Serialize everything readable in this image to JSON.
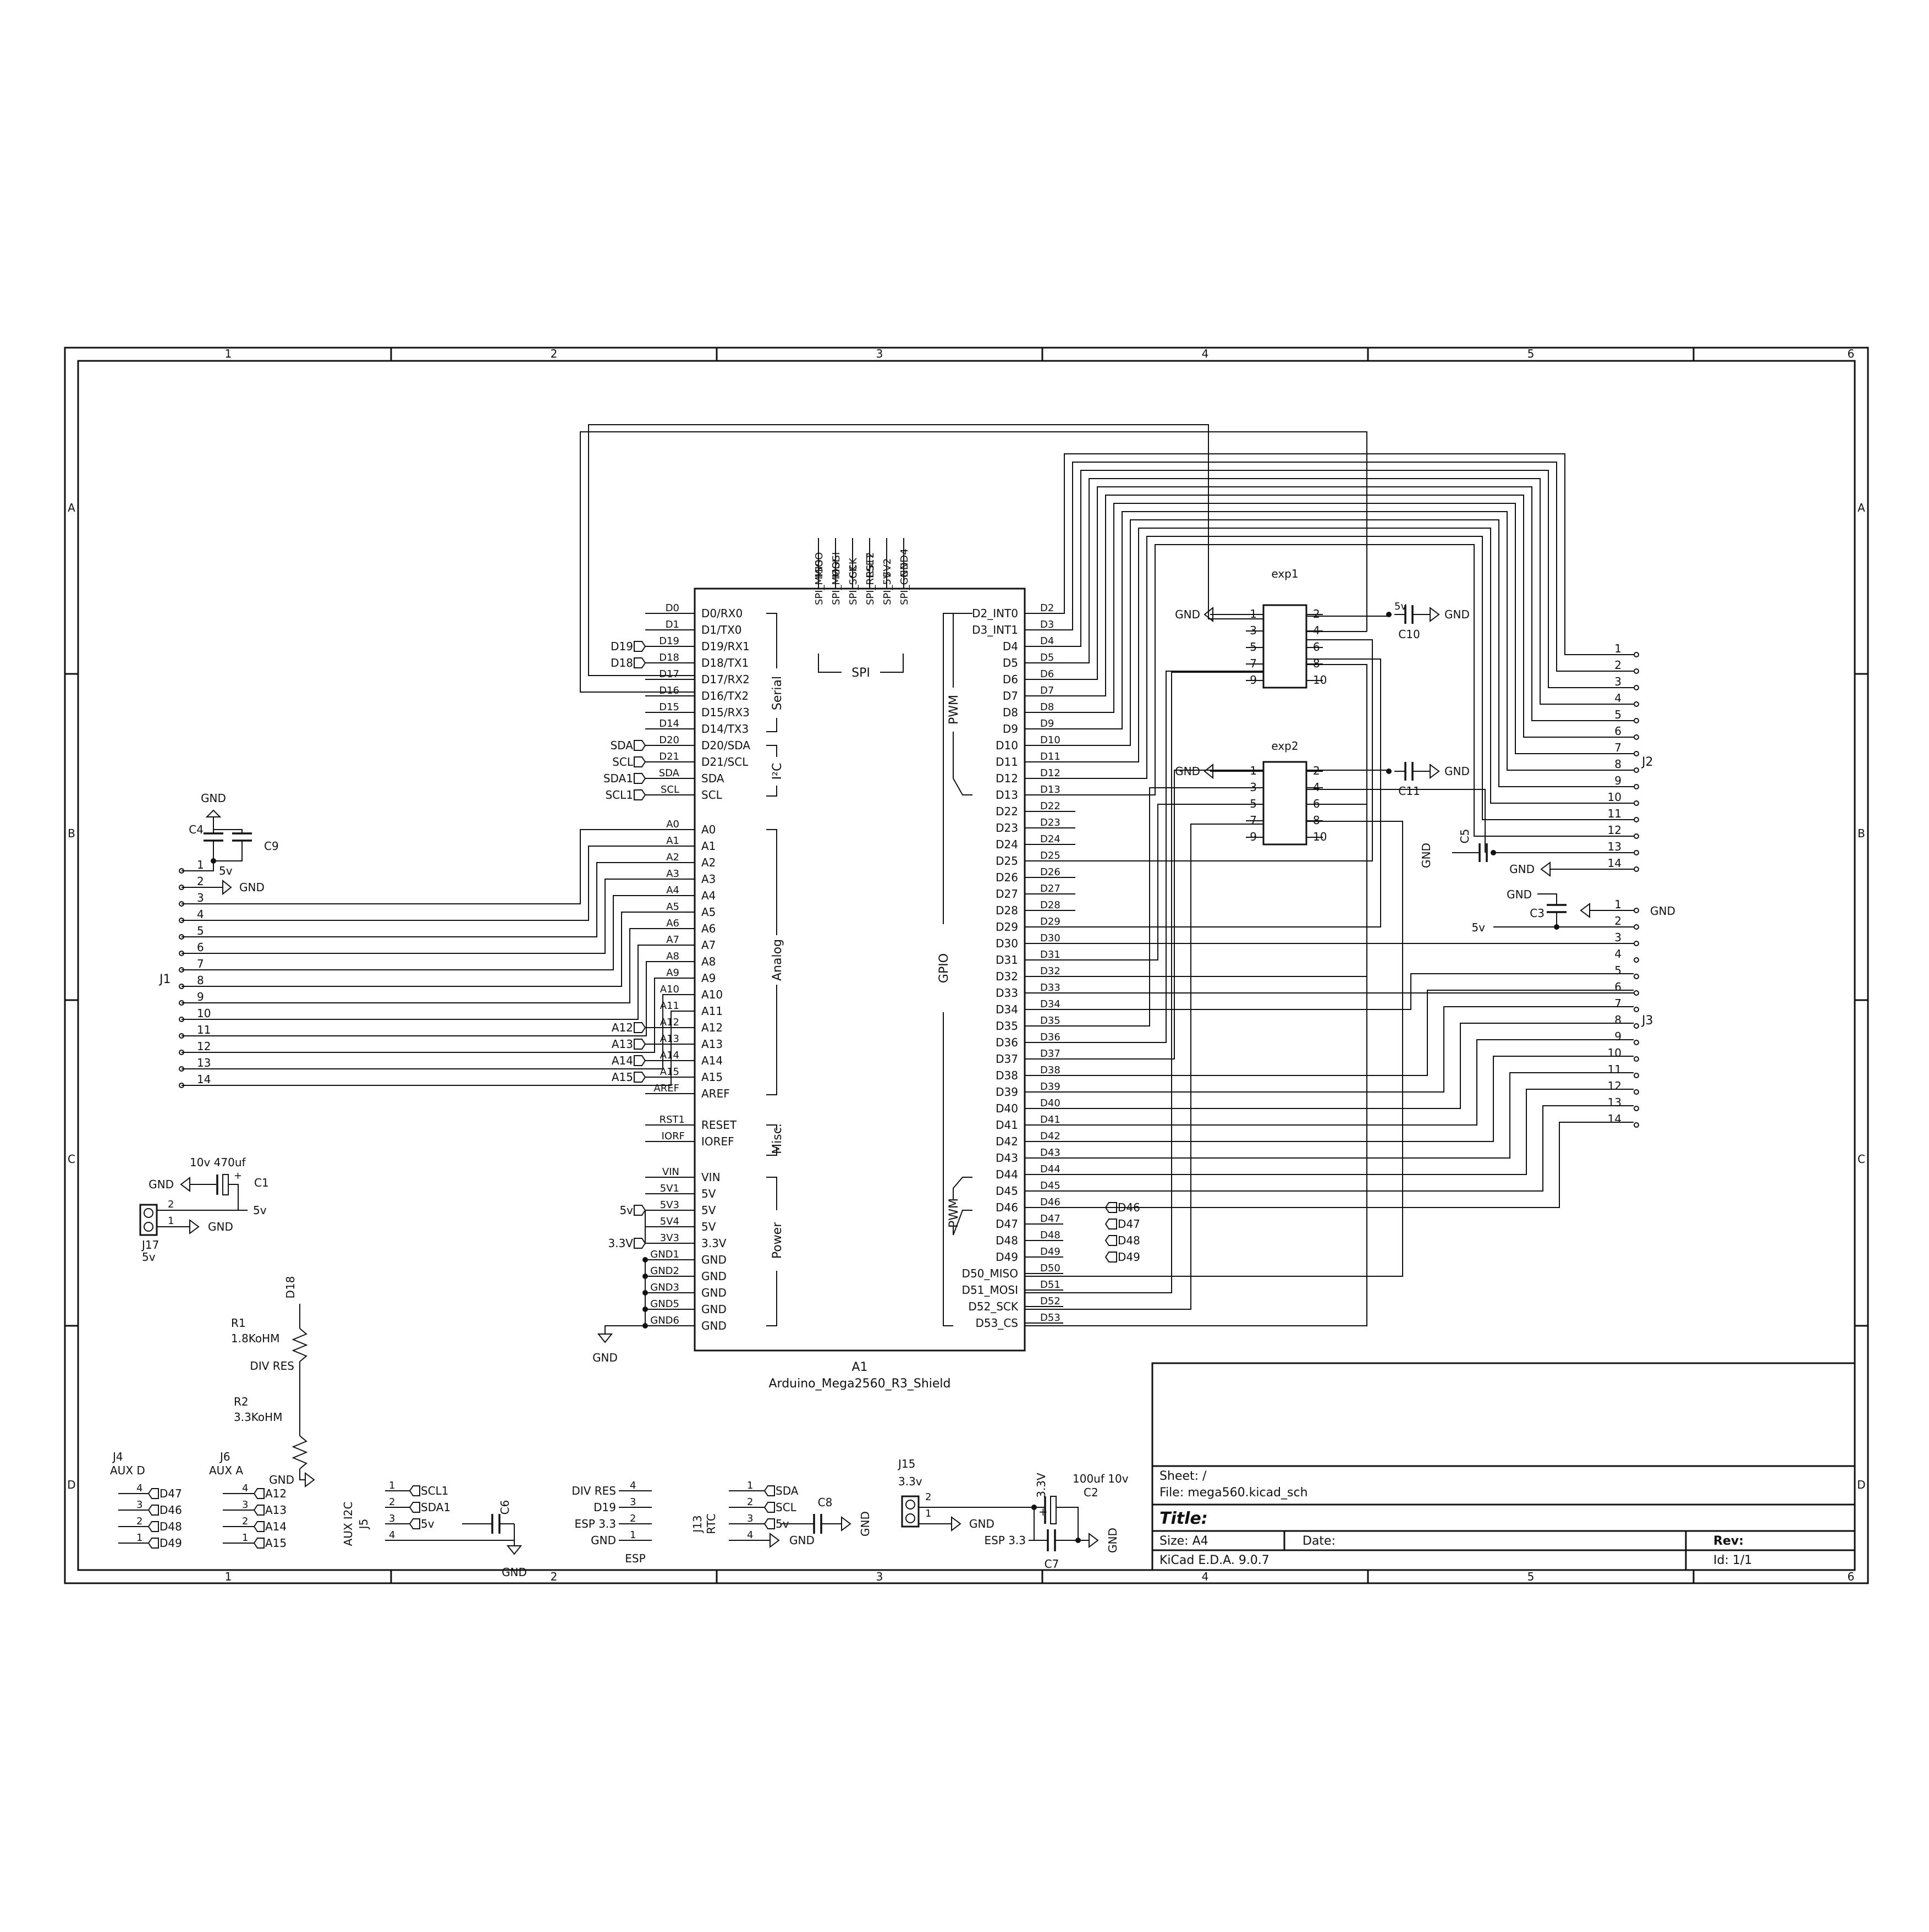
{
  "frame": {
    "columns_top": [
      "1",
      "2",
      "3",
      "4",
      "5",
      "6"
    ],
    "columns_bottom": [
      "1",
      "2",
      "3",
      "4",
      "5",
      "6"
    ],
    "rows_left": [
      "A",
      "B",
      "C",
      "D"
    ],
    "rows_right": [
      "A",
      "B",
      "C",
      "D"
    ]
  },
  "arduino": {
    "ref": "A1",
    "value": "Arduino_Mega2560_R3_Shield",
    "group_serial": "Serial",
    "group_i2c": "I²C",
    "group_analog": "Analog",
    "group_misc": "Misc.",
    "group_power": "Power",
    "group_spi": "SPI",
    "group_pwm": "PWM",
    "group_gpio": "GPIO",
    "group_pwm2": "PWM",
    "left_top": [
      "D0/RX0",
      "D1/TX0",
      "D19/RX1",
      "D18/TX1",
      "D17/RX2",
      "D16/TX2",
      "D15/RX3",
      "D14/TX3",
      "D20/SDA",
      "D21/SCL",
      "SDA",
      "SCL"
    ],
    "left_top_nets": [
      "D0",
      "D1",
      "D19",
      "D18",
      "D17",
      "D16",
      "D15",
      "D14",
      "D20",
      "D21",
      "SDA",
      "SCL"
    ],
    "left_analog": [
      "A0",
      "A1",
      "A2",
      "A3",
      "A4",
      "A5",
      "A6",
      "A7",
      "A8",
      "A9",
      "A10",
      "A11",
      "A12",
      "A13",
      "A14",
      "A15",
      "AREF"
    ],
    "left_analog_nets": [
      "A0",
      "A1",
      "A2",
      "A3",
      "A4",
      "A5",
      "A6",
      "A7",
      "A8",
      "A9",
      "A10",
      "A11",
      "A12",
      "A13",
      "A14",
      "A15",
      "AREF"
    ],
    "left_misc": [
      "RESET",
      "IOREF"
    ],
    "left_misc_nets": [
      "RST1",
      "IORF"
    ],
    "left_power": [
      "VIN",
      "5V",
      "5V",
      "5V",
      "3.3V",
      "GND",
      "GND",
      "GND",
      "GND",
      "GND"
    ],
    "left_power_nets": [
      "VIN",
      "5V1",
      "5V3",
      "5V4",
      "3V3",
      "GND1",
      "GND2",
      "GND3",
      "GND5",
      "GND6"
    ],
    "right_pins": [
      "D2_INT0",
      "D3_INT1",
      "D4",
      "D5",
      "D6",
      "D7",
      "D8",
      "D9",
      "D10",
      "D11",
      "D12",
      "D13",
      "D22",
      "D23",
      "D24",
      "D25",
      "D26",
      "D27",
      "D28",
      "D29",
      "D30",
      "D31",
      "D32",
      "D33",
      "D34",
      "D35",
      "D36",
      "D37",
      "D38",
      "D39",
      "D40",
      "D41",
      "D42",
      "D43",
      "D44",
      "D45",
      "D46",
      "D47",
      "D48",
      "D49",
      "D50_MISO",
      "D51_MOSI",
      "D52_SCK",
      "D53_CS"
    ],
    "right_nets": [
      "D2",
      "D3",
      "D4",
      "D5",
      "D6",
      "D7",
      "D8",
      "D9",
      "D10",
      "D11",
      "D12",
      "D13",
      "D22",
      "D23",
      "D24",
      "D25",
      "D26",
      "D27",
      "D28",
      "D29",
      "D30",
      "D31",
      "D32",
      "D33",
      "D34",
      "D35",
      "D36",
      "D37",
      "D38",
      "D39",
      "D40",
      "D41",
      "D42",
      "D43",
      "D44",
      "D45",
      "D46",
      "D47",
      "D48",
      "D49",
      "D50",
      "D51",
      "D52",
      "D53"
    ],
    "spi_pins": [
      "SPI_MISO",
      "SPI_MOSI",
      "SPI_SCK",
      "SPI_RESET",
      "SPI_5V",
      "SPI_GND"
    ],
    "spi_nets": [
      "MISO",
      "MOSI",
      "SCK",
      "RST2",
      "5V2",
      "GND4"
    ]
  },
  "left_labels": {
    "d19": "D19",
    "d18": "D18",
    "sda": "SDA",
    "scl": "SCL",
    "sda1": "SDA1",
    "scl1": "SCL1",
    "a12": "A12",
    "a13": "A13",
    "a14": "A14",
    "a15": "A15",
    "v5": "5v",
    "v33": "3.3V",
    "gnd": "GND"
  },
  "right_labels": {
    "d46": "D46",
    "d47": "D47",
    "d48": "D48",
    "d49": "D49"
  },
  "exp1": {
    "ref": "exp1",
    "left_pins": [
      "1",
      "3",
      "5",
      "7",
      "9"
    ],
    "right_pins": [
      "2",
      "4",
      "6",
      "8",
      "10"
    ],
    "gnd": "GND",
    "v5": "5v",
    "cap": "C10",
    "cap_gnd": "GND"
  },
  "exp2": {
    "ref": "exp2",
    "left_pins": [
      "1",
      "3",
      "5",
      "7",
      "9"
    ],
    "right_pins": [
      "2",
      "4",
      "6",
      "8",
      "10"
    ],
    "gnd": "GND",
    "cap": "C11",
    "cap_gnd": "GND"
  },
  "j1": {
    "ref": "J1",
    "pins": [
      "1",
      "2",
      "3",
      "4",
      "5",
      "6",
      "7",
      "8",
      "9",
      "10",
      "11",
      "12",
      "13",
      "14"
    ],
    "v5": "5v",
    "gnd": "GND",
    "top_gnd": "GND",
    "c4": "C4",
    "c9": "C9"
  },
  "j2": {
    "ref": "J2",
    "pins": [
      "1",
      "2",
      "3",
      "4",
      "5",
      "6",
      "7",
      "8",
      "9",
      "10",
      "11",
      "12",
      "13",
      "14"
    ],
    "c5": "C5",
    "c5_gnd": "GND",
    "gnd14": "GND"
  },
  "j3": {
    "ref": "J3",
    "pins": [
      "1",
      "2",
      "3",
      "4",
      "5",
      "6",
      "7",
      "8",
      "9",
      "10",
      "11",
      "12",
      "13",
      "14"
    ],
    "gnd": "GND",
    "c3": "C3",
    "c3_gnd": "GND",
    "v5": "5v"
  },
  "c1": {
    "ref": "C1",
    "value": "10v 470uf",
    "gnd": "GND",
    "v5": "5v",
    "plus": "+"
  },
  "j17": {
    "ref": "J17",
    "value": "5v",
    "pin2": "2",
    "pin1": "1",
    "gnd": "GND"
  },
  "divider": {
    "r1": "R1",
    "r1_value": "1.8KoHM",
    "r2": "R2",
    "r2_value": "3.3KoHM",
    "top_net": "D18",
    "mid_net": "DIV RES",
    "gnd": "GND"
  },
  "j4": {
    "ref": "J4",
    "value": "AUX D",
    "pins": [
      "4",
      "3",
      "2",
      "1"
    ],
    "nets": [
      "D47",
      "D46",
      "D48",
      "D49"
    ]
  },
  "j6": {
    "ref": "J6",
    "value": "AUX A",
    "pins": [
      "4",
      "3",
      "2",
      "1"
    ],
    "nets": [
      "A12",
      "A13",
      "A14",
      "A15"
    ]
  },
  "j5": {
    "ref": "J5",
    "value": "AUX I2C",
    "pins": [
      "1",
      "2",
      "3",
      "4"
    ],
    "nets": [
      "SCL1",
      "SDA1",
      "5v",
      ""
    ],
    "cap": "C6",
    "gnd": "GND"
  },
  "esp": {
    "ref": "ESP",
    "pins": [
      "4",
      "3",
      "2",
      "1"
    ],
    "nets": [
      "DIV RES",
      "D19",
      "ESP 3.3",
      "GND"
    ]
  },
  "j13": {
    "ref": "J13",
    "value": "RTC",
    "pins": [
      "1",
      "2",
      "3",
      "4"
    ],
    "nets": [
      "SDA",
      "SCL",
      "5v",
      ""
    ],
    "cap": "C8",
    "gnd": "GND",
    "gnd2": "GND"
  },
  "j15": {
    "ref": "J15",
    "value": "3.3v",
    "pin2": "2",
    "pin1": "1",
    "gnd": "GND",
    "net33": "3.3V",
    "esp33": "ESP 3.3",
    "c2": "C2",
    "c2_value": "100uf 10v",
    "c7": "C7",
    "gnd_r": "GND",
    "plus": "+"
  },
  "gnd_main": "GND",
  "title_block": {
    "sheet": "Sheet: /",
    "file": "File: mega560.kicad_sch",
    "title": "Title:",
    "size": "Size: A4",
    "date": "Date:",
    "rev": "Rev:",
    "tool": "KiCad E.D.A. 9.0.7",
    "id": "Id: 1/1"
  }
}
